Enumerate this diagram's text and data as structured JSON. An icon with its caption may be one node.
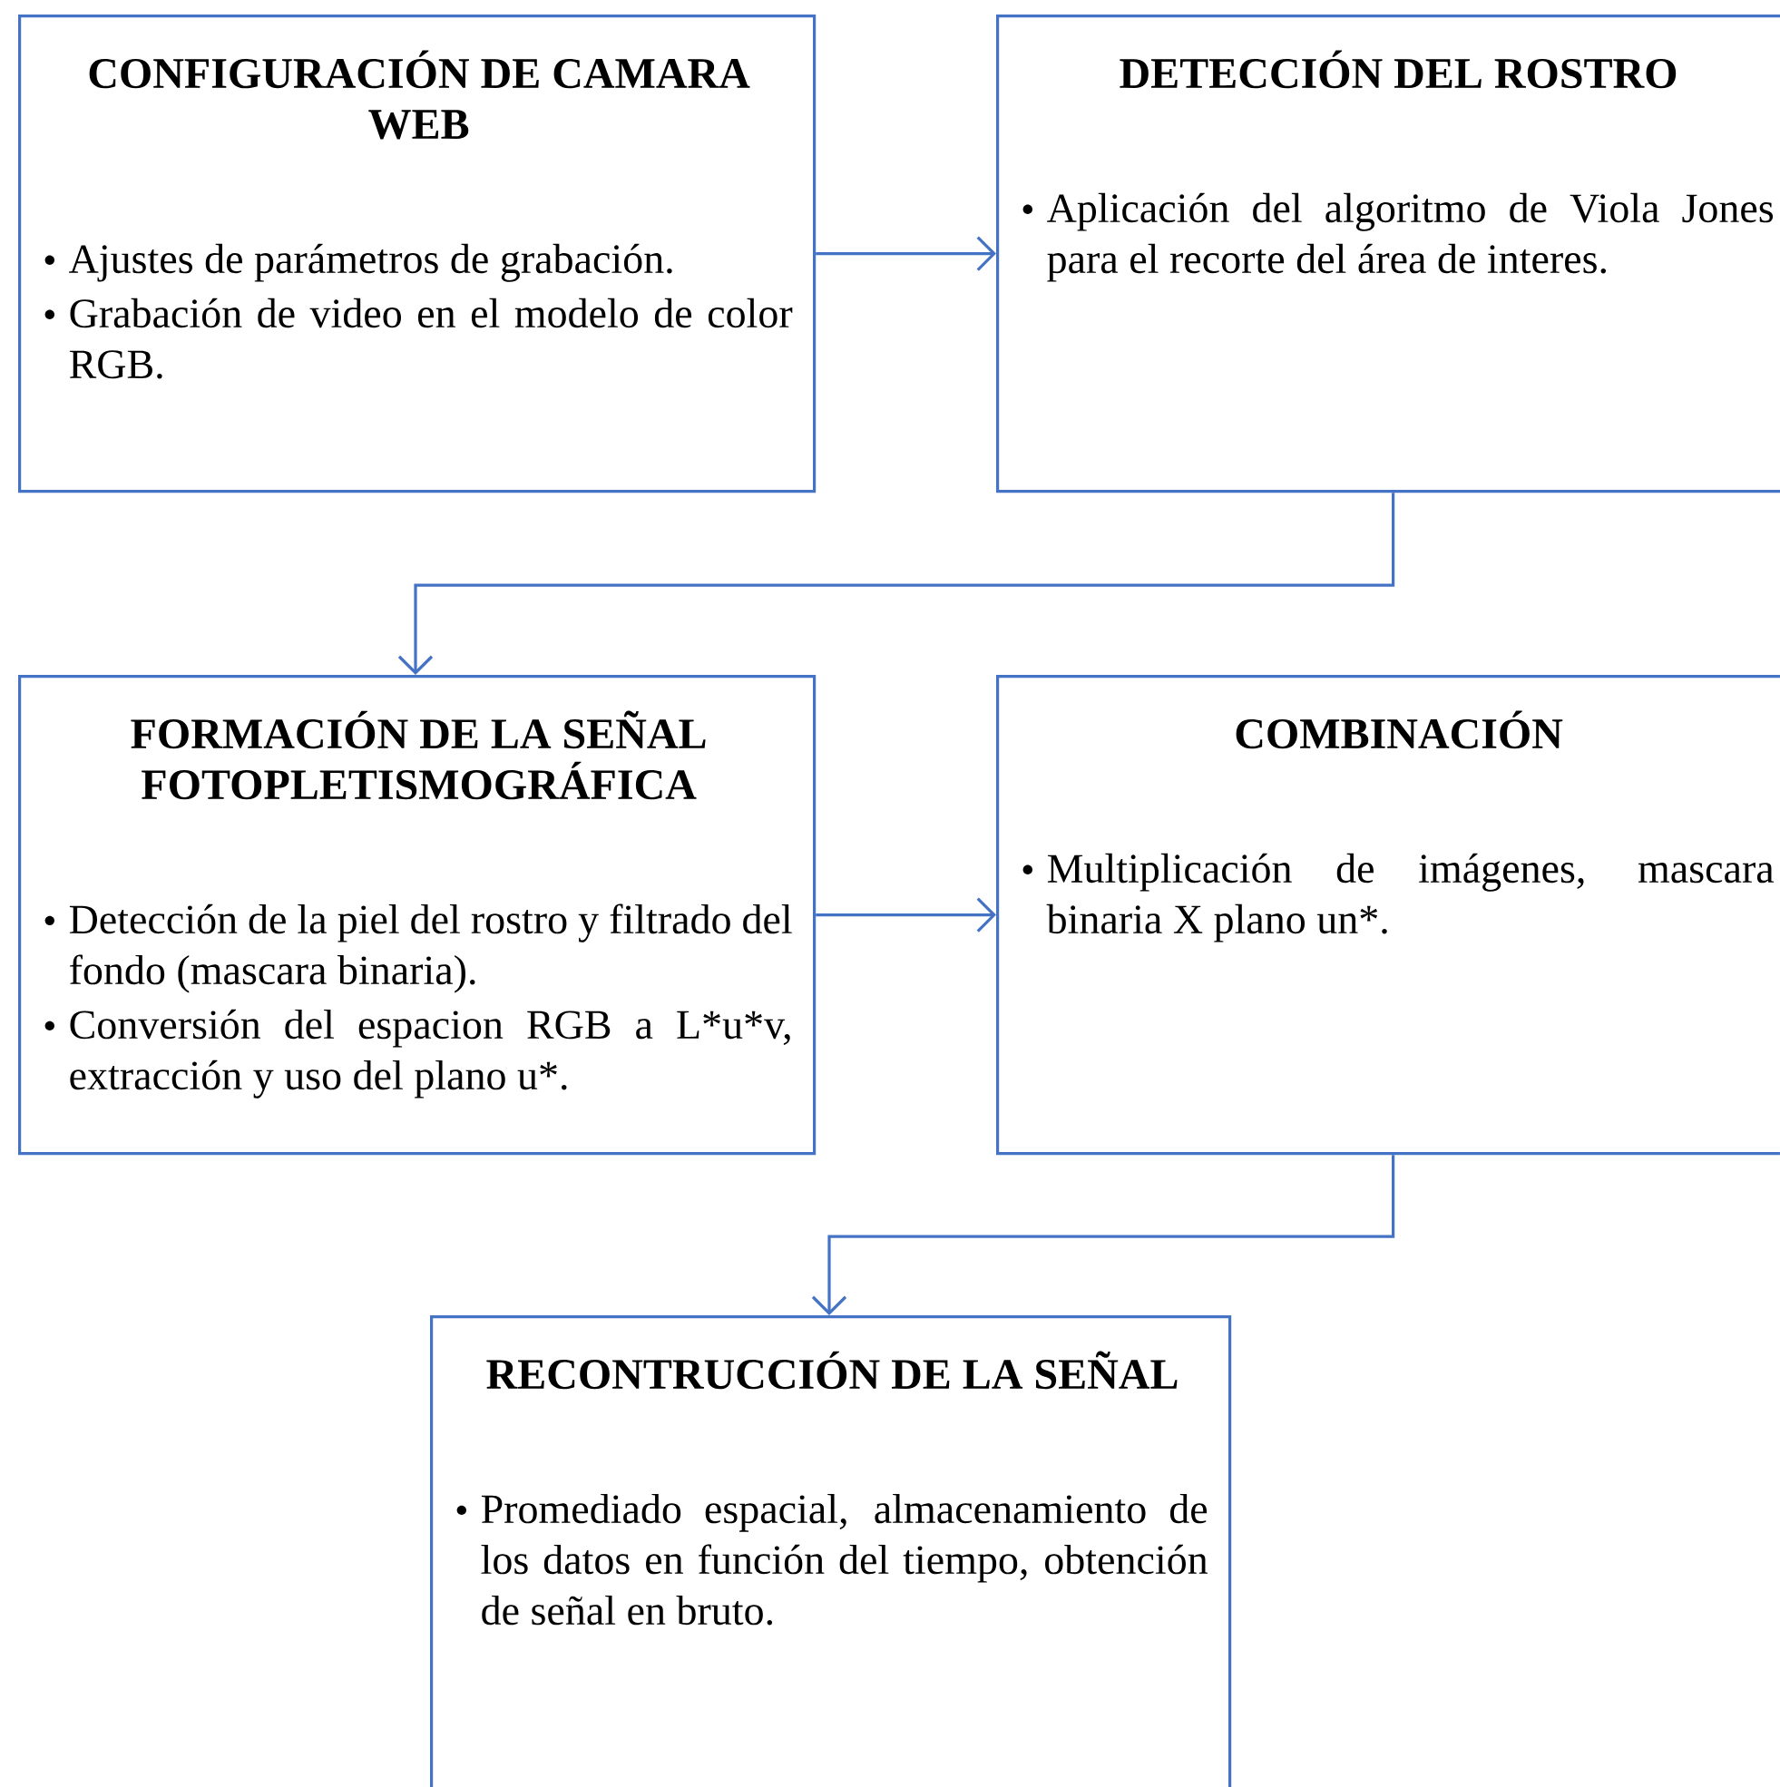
{
  "diagram": {
    "nodes": [
      {
        "text": [
          "CONFIGURACIÓN DE CAMARA WEB",
          "Ajustes de parámetros de grabación.",
          "Grabación de video en el modelo de color RGB."
        ]
      },
      {
        "text": [
          "DETECCIÓN DEL ROSTRO",
          "Aplicación del algoritmo de Viola Jones para el recorte del área de interes."
        ]
      },
      {
        "text": [
          "FORMACIÓN DE LA SEÑAL FOTOPLETISMOGRÁFICA",
          "Detección de la piel del rostro y filtrado del fondo (mascara binaria).",
          "Conversión del espacion RGB a L*u*v, extracción y uso del plano u*."
        ]
      },
      {
        "text": [
          "COMBINACIÓN",
          "Multiplicación de imágenes, mascara binaria X plano un*."
        ]
      },
      {
        "text": [
          "RECONTRUCCIÓN DE LA SEÑAL",
          "Promediado espacial, almacenamiento de los datos en función del tiempo, obtención de señal en bruto."
        ]
      }
    ],
    "edges": [
      {
        "from": 0,
        "to": 1,
        "arrow": "to"
      },
      {
        "from": 1,
        "to": 2,
        "arrow": "to"
      },
      {
        "from": 2,
        "to": 3,
        "arrow": "to"
      },
      {
        "from": 3,
        "to": 4,
        "arrow": "to"
      }
    ]
  }
}
